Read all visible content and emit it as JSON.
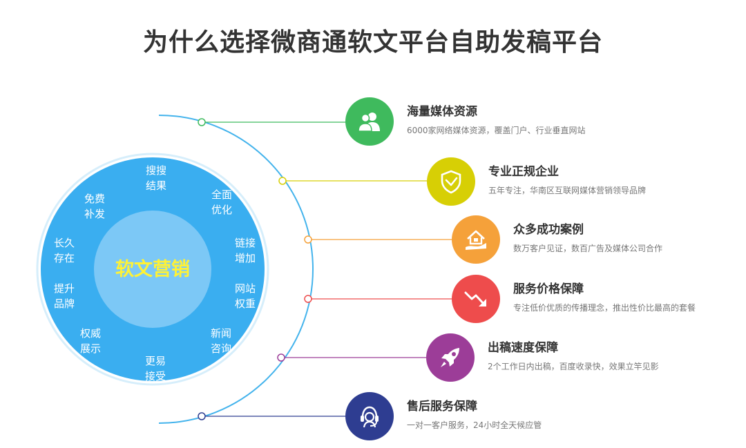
{
  "page": {
    "title": "为什么选择微商通软文平台自助发稿平台"
  },
  "wheel": {
    "center_label": "软文营销",
    "segments": [
      {
        "l1": "搜搜",
        "l2": "结果"
      },
      {
        "l1": "全面",
        "l2": "优化"
      },
      {
        "l1": "链接",
        "l2": "增加"
      },
      {
        "l1": "网站",
        "l2": "权重"
      },
      {
        "l1": "新闻",
        "l2": "咨询"
      },
      {
        "l1": "更易",
        "l2": "接受"
      },
      {
        "l1": "权威",
        "l2": "展示"
      },
      {
        "l1": "提升",
        "l2": "品牌"
      },
      {
        "l1": "长久",
        "l2": "存在"
      },
      {
        "l1": "免费",
        "l2": "补发"
      }
    ]
  },
  "features": [
    {
      "title": "海量媒体资源",
      "desc": "6000家网络媒体资源，覆盖门户、行业垂直网站",
      "color": "#3fba5d",
      "icon": "users-icon"
    },
    {
      "title": "专业正规企业",
      "desc": "五年专注，华南区互联网媒体营销领导品牌",
      "color": "#d7cf05",
      "icon": "shield-check-icon"
    },
    {
      "title": "众多成功案例",
      "desc": "数万客户见证，数百广告及媒体公司合作",
      "color": "#f5a13a",
      "icon": "house-hand-icon"
    },
    {
      "title": "服务价格保障",
      "desc": "专注低价优质的传播理念，推出性价比最高的套餐",
      "color": "#ee4c4c",
      "icon": "trend-down-icon"
    },
    {
      "title": "出稿速度保障",
      "desc": "2个工作日内出稿，百度收录快，效果立竿见影",
      "color": "#9c3d98",
      "icon": "rocket-icon"
    },
    {
      "title": "售后服务保障",
      "desc": "一对一客户服务，24小时全天候应管",
      "color": "#2e3d91",
      "icon": "headset-icon"
    }
  ]
}
